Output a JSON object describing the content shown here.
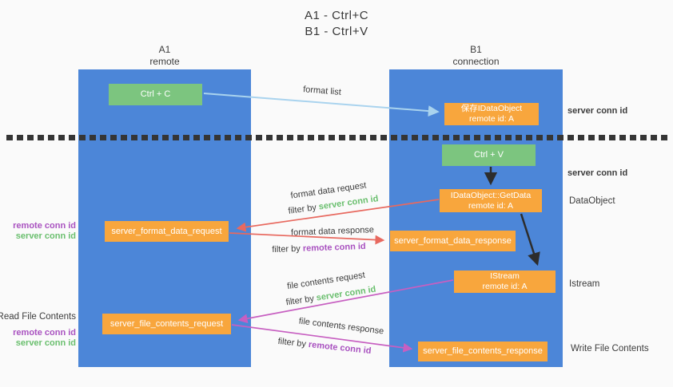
{
  "title": {
    "line1": "A1 - Ctrl+C",
    "line2": "B1 - Ctrl+V"
  },
  "lanes": {
    "a": {
      "name": "A1",
      "subtitle": "remote"
    },
    "b": {
      "name": "B1",
      "subtitle": "connection"
    }
  },
  "nodes": {
    "ctrl_c": {
      "label": "Ctrl + C"
    },
    "save_idataobject": {
      "line1": "保存IDataObject",
      "line2": "remote id: A"
    },
    "ctrl_v": {
      "label": "Ctrl + V"
    },
    "getdata": {
      "line1": "IDataObject::GetData",
      "line2": "remote id: A"
    },
    "server_format_data_request": {
      "label": "server_format_data_request"
    },
    "server_format_data_response": {
      "label": "server_format_data_response"
    },
    "istream": {
      "line1": "IStream",
      "line2": "remote id: A"
    },
    "server_file_contents_request": {
      "label": "server_file_contents_request"
    },
    "server_file_contents_response": {
      "label": "server_file_contents_response"
    }
  },
  "arrow_labels": {
    "format_list": "format list",
    "format_data_request": "format data request",
    "format_data_response": "format data response",
    "file_contents_request": "file contents request",
    "file_contents_response": "file contents response",
    "filter_by": "filter by",
    "server_conn_id": "server conn id",
    "remote_conn_id": "remote conn id"
  },
  "side_labels": {
    "right_server_conn_id_top": "server conn id",
    "right_server_conn_id_mid": "server conn id",
    "right_dataobject": "DataObject",
    "right_istream": "Istream",
    "right_write_file_contents": "Write File Contents",
    "left_remote_conn_id_top": "remote conn id",
    "left_server_conn_id_top": "server conn id",
    "left_read_file_contents": "Read File Contents",
    "left_remote_conn_id_bottom": "remote conn id",
    "left_server_conn_id_bottom": "server conn id"
  },
  "colors": {
    "lane_blue": "#4c86d8",
    "node_green": "#7cc57f",
    "node_orange": "#f8a63d",
    "arrow_light_blue": "#a9d3ee",
    "arrow_red": "#e8695f",
    "arrow_magenta": "#c75fc1",
    "arrow_black": "#2d2d2d",
    "conn_id_green": "#6abf6e",
    "conn_id_purple": "#a952c0",
    "text_dark": "#3c3c3c"
  }
}
